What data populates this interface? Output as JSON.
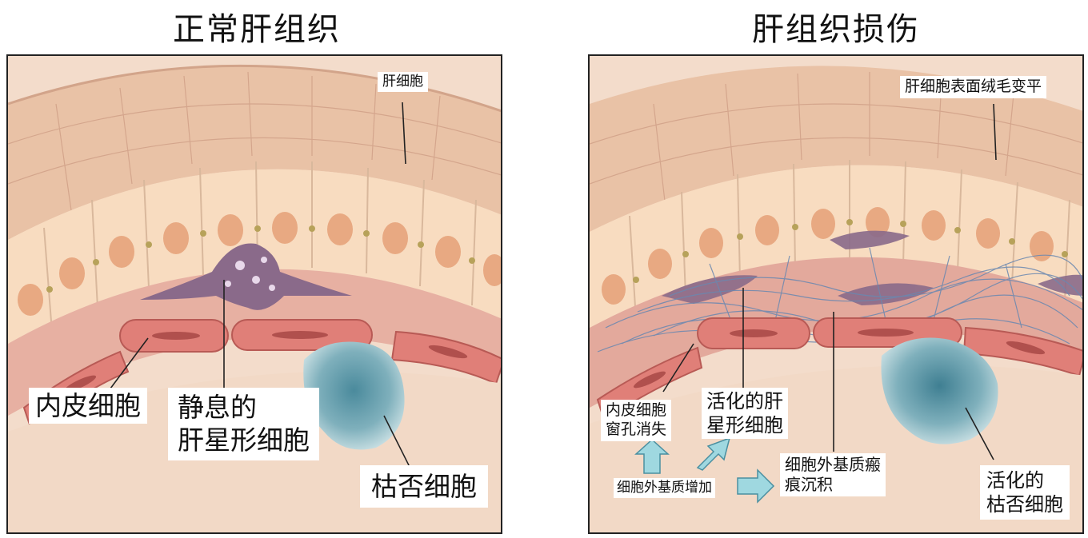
{
  "left_panel": {
    "title": "正常肝组织",
    "labels": {
      "hepatocyte": "肝细胞",
      "endothelial": "内皮细胞",
      "quiescent_hsc_line1": "静息的",
      "quiescent_hsc_line2": "肝星形细胞",
      "kupffer": "枯否细胞"
    }
  },
  "right_panel": {
    "title": "肝组织损伤",
    "labels": {
      "microvilli": "肝细胞表面绒毛变平",
      "fenestrae_line1": "内皮细胞",
      "fenestrae_line2": "窗孔消失",
      "activated_hsc_line1": "活化的肝",
      "activated_hsc_line2": "星形细胞",
      "ecm_increase": "细胞外基质增加",
      "scar_line1": "细胞外基质瘢",
      "scar_line2": "痕沉积",
      "activated_kupffer_line1": "活化的",
      "activated_kupffer_line2": "枯否细胞"
    }
  },
  "colors": {
    "hepatocyte": "#f8dcc0",
    "nucleus": "#e8a982",
    "endothelium": "#e07f78",
    "stellate": "#8a6a8a",
    "kupffer": "#7fb0bc",
    "fiber": "#6a88b0",
    "arrow": "#9fd8e0"
  }
}
